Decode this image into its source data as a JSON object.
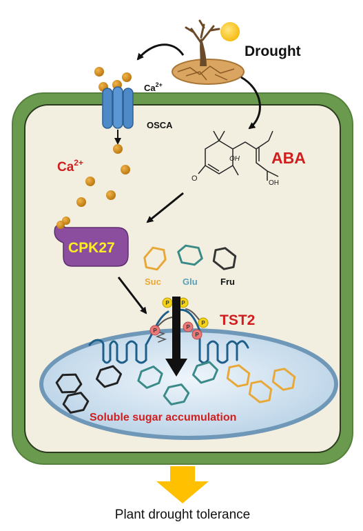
{
  "labels": {
    "drought": "Drought",
    "ca_channel": "Ca",
    "ca_channel_sup": "2+",
    "osca": "OSCA",
    "ca_cell": "Ca",
    "ca_cell_sup": "2+",
    "aba": "ABA",
    "cpk27": "CPK27",
    "suc": "Suc",
    "glu": "Glu",
    "fru": "Fru",
    "tst2": "TST2",
    "aba_oh": "OH",
    "aba_o": "O",
    "aba_cooh": "OH",
    "phospho_p": "P",
    "vacuole": "Soluble sugar accumulation",
    "outcome": "Plant drought tolerance"
  },
  "colors": {
    "cell_wall": "#6a9a4e",
    "cytoplasm": "#f2efe0",
    "vacuole": "#d4e5f2",
    "accent_red": "#d01e1e",
    "cpk27_fill": "#8b4e9e",
    "cpk27_text": "#ffee22",
    "calcium": "#d08a18",
    "osca_channel": "#4f8ac8",
    "tst2_protein": "#1e5f8a",
    "arrow_yellow": "#ffc000",
    "suc": "#e8a838",
    "glu": "#3a8a88",
    "fru": "#333333"
  },
  "icons": [
    "dry-tree-icon",
    "sun-icon",
    "calcium-ion-icon",
    "osca-channel-icon",
    "aba-molecule-icon",
    "sugar-ring-icon",
    "tst2-transporter-icon",
    "phosphate-icon"
  ]
}
